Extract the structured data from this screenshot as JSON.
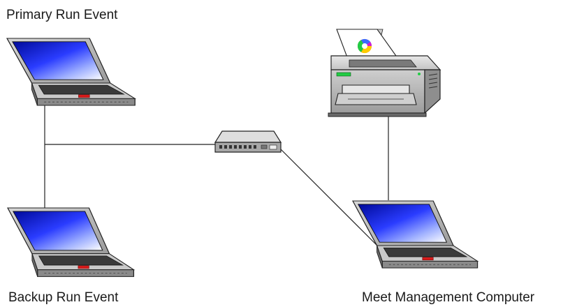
{
  "labels": {
    "primary": "Primary Run Event",
    "backup": "Backup Run Event",
    "meet": "Meet Management Computer"
  },
  "nodes": [
    {
      "id": "primary-laptop",
      "icon": "laptop-icon"
    },
    {
      "id": "backup-laptop",
      "icon": "laptop-icon"
    },
    {
      "id": "meet-laptop",
      "icon": "laptop-icon"
    },
    {
      "id": "network-switch",
      "icon": "network-switch-icon"
    },
    {
      "id": "printer",
      "icon": "printer-icon"
    }
  ],
  "connections": [
    {
      "from": "primary-laptop",
      "to": "backup-laptop"
    },
    {
      "from": "primary-laptop",
      "to": "network-switch"
    },
    {
      "from": "network-switch",
      "to": "meet-laptop"
    },
    {
      "from": "printer",
      "to": "meet-laptop"
    }
  ],
  "colors": {
    "screen": "#1e2cd8",
    "screen_glare": "#e8eeff",
    "case": "#b8b8b8",
    "case_dark": "#5a5a5a",
    "line": "#222222",
    "accent_red": "#d81b1b",
    "accent_green": "#22cc44"
  }
}
